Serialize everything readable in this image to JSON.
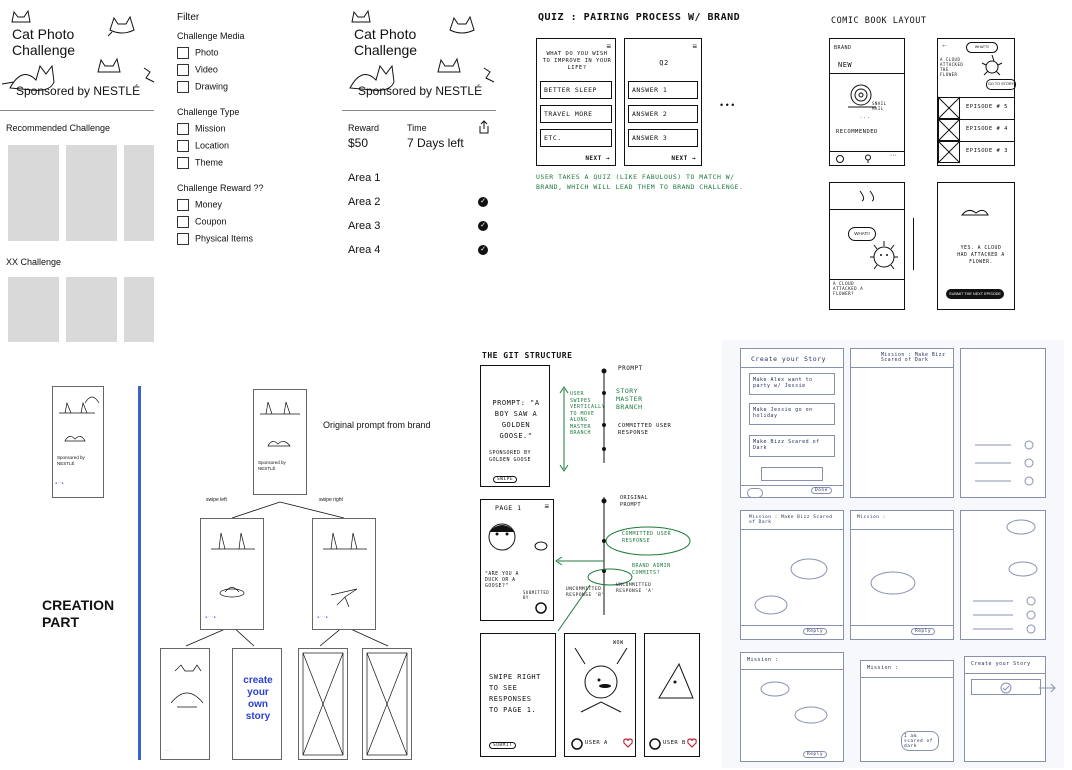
{
  "home": {
    "title": "Cat Photo Challenge",
    "sponsor": "Sponsored by NESTLÉ",
    "recommended_label": "Recommended Challenge",
    "xx_label": "XX Challenge"
  },
  "filter": {
    "heading": "Filter",
    "groups": [
      {
        "title": "Challenge Media",
        "options": [
          "Photo",
          "Video",
          "Drawing"
        ]
      },
      {
        "title": "Challenge Type",
        "options": [
          "Mission",
          "Location",
          "Theme"
        ]
      },
      {
        "title": "Challenge Reward ??",
        "options": [
          "Money",
          "Coupon",
          "Physical Items"
        ]
      }
    ]
  },
  "detail": {
    "title": "Cat Photo Challenge",
    "sponsor": "Sponsored by NESTLÉ",
    "reward_label": "Reward",
    "reward_value": "$50",
    "time_label": "Time",
    "time_value": "7 Days left",
    "areas": [
      {
        "name": "Area 1",
        "done": false
      },
      {
        "name": "Area 2",
        "done": true
      },
      {
        "name": "Area 3",
        "done": true
      },
      {
        "name": "Area 4",
        "done": true
      }
    ]
  },
  "quiz": {
    "heading": "QUIZ : PAIRING PROCESS W/ BRAND",
    "q1": "WHAT DO YOU WISH TO IMPROVE IN YOUR LIFE?",
    "q1_answers": [
      "BETTER SLEEP",
      "TRAVEL MORE",
      "ETC."
    ],
    "q2": "Q2",
    "q2_answers": [
      "ANSWER 1",
      "ANSWER 2",
      "ANSWER 3"
    ],
    "next": "NEXT →",
    "ellipsis": "• • •",
    "note": "USER TAKES A QUIZ (LIKE FABULOUS) TO MATCH W/ BRAND, WHICH WILL LEAD THEM TO BRAND CHALLENGE."
  },
  "comic": {
    "heading": "COMIC BOOK LAYOUT",
    "brand": "BRAND",
    "new": "NEW",
    "recommended": "RECOMMENDED",
    "episodes": [
      "EPISODE # 5",
      "EPISODE # 4",
      "EPISODE # 3"
    ],
    "what": "WHAT!!",
    "cloud_flower": "A CLOUD ATTACKED A FLOWER?",
    "yes_cloud": "YES. A CLOUD HAD ATTACKED A FLOWER.",
    "submit": "SUBMIT THE NEXT EPISODE",
    "goto": "GO TO STORY",
    "snail": "SNAIL MAIL",
    "cloud_attacked": "A CLOUD ATTACKED THE FLOWER"
  },
  "creation": {
    "label": "CREATION PART",
    "original_prompt": "Original prompt from brand",
    "sponsor_small": "Sponsored by NESTLÉ",
    "swipe_left": "swipe left",
    "swipe_right": "swipe right",
    "create_own": "create your own story"
  },
  "git": {
    "heading": "THE GIT STRUCTURE",
    "prompt_text": "PROMPT: \"A BOY SAW A GOLDEN GOOSE.\"",
    "sponsored": "SPONSORED BY GOLDEN GOOSE",
    "swipe": "SWIPE",
    "prompt_label": "PROMPT",
    "story_branch": "STORY MASTER BRANCH",
    "committed": "COMMITTED USER RESPONSE",
    "user_swipes": "USER SWIPES VERTICALLY TO MOVE ALONG MASTER BRANCH",
    "page1": "PAGE 1",
    "original_prompt": "ORIGINAL PROMPT",
    "committed2": "COMMITTED USER RESPONSE",
    "brand_admin": "BRAND ADMIN COMMITS?",
    "uncommitted_a": "UNCOMMITTED RESPONSE 'A'",
    "uncommitted_b": "UNCOMMITTED RESPONSE 'B'",
    "duck_q": "\"ARE YOU A DUCK OR A GOOSE?\"",
    "submitted": "SUBMITTED BY",
    "swipe_right": "SWIPE RIGHT TO SEE RESPONSES TO PAGE 1.",
    "submit": "SUBMIT",
    "user_a": "USER A",
    "user_b": "USER B",
    "wow": "WOW"
  },
  "storyboard": {
    "create_title": "Create your Story",
    "mission_title": "Mission : Make Bizz Scared of Dark",
    "mission_short": "Mission :",
    "options": [
      "Make Alex want to party w/ Jessie",
      "Make Jessie go on holiday",
      "Make Bizz Scared of Dark"
    ],
    "done": "Done",
    "reply": "Reply",
    "i_am_scared": "I am scared of dark"
  }
}
